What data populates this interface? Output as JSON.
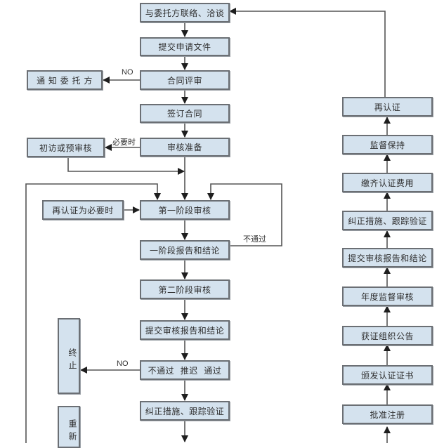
{
  "diagram": {
    "type": "flowchart",
    "colors": {
      "box_fill": "#d4e2ee",
      "box_border": "#6b6f74",
      "line": "#555555",
      "text": "#2e2e2e"
    },
    "main_column": [
      {
        "id": "contact",
        "label": "与委托方联络、洽谈"
      },
      {
        "id": "submit_app",
        "label": "提交申请文件"
      },
      {
        "id": "contract_review",
        "label": "合同评审"
      },
      {
        "id": "sign_contract",
        "label": "签订合同"
      },
      {
        "id": "audit_prep",
        "label": "审核准备"
      },
      {
        "id": "stage1_audit",
        "label": "第一阶段审核"
      },
      {
        "id": "stage1_report",
        "label": "一阶段报告和结论"
      },
      {
        "id": "stage2_audit",
        "label": "第二阶段审核"
      },
      {
        "id": "submit_report",
        "label": "提交审核报告和结论"
      },
      {
        "id": "decision",
        "label": "不通过  推迟  通过"
      },
      {
        "id": "corrective",
        "label": "纠正措施、跟踪验证"
      }
    ],
    "side_boxes": [
      {
        "id": "notify_client",
        "label": "通 知 委 托 方"
      },
      {
        "id": "pre_visit",
        "label": "初访或预审核"
      },
      {
        "id": "recert_needed",
        "label": "再认证为必要时"
      },
      {
        "id": "terminate",
        "label": "终止"
      },
      {
        "id": "restart",
        "label": "重新"
      }
    ],
    "right_column": [
      {
        "id": "recert",
        "label": "再认证"
      },
      {
        "id": "surveillance",
        "label": "监督保持"
      },
      {
        "id": "pay_fees",
        "label": "缴齐认证费用"
      },
      {
        "id": "r_corrective",
        "label": "纠正措施、跟踪验证"
      },
      {
        "id": "r_submit_report",
        "label": "提交审核报告和结论"
      },
      {
        "id": "annual_audit",
        "label": "年度监督审核"
      },
      {
        "id": "announce",
        "label": "获证组织公告"
      },
      {
        "id": "issue_cert",
        "label": "颁发认证证书"
      },
      {
        "id": "approve_register",
        "label": "批准注册"
      }
    ],
    "edge_labels": {
      "contract_no": "NO",
      "when_needed": "必要时",
      "not_passed": "不通过",
      "decision_no": "NO"
    }
  }
}
